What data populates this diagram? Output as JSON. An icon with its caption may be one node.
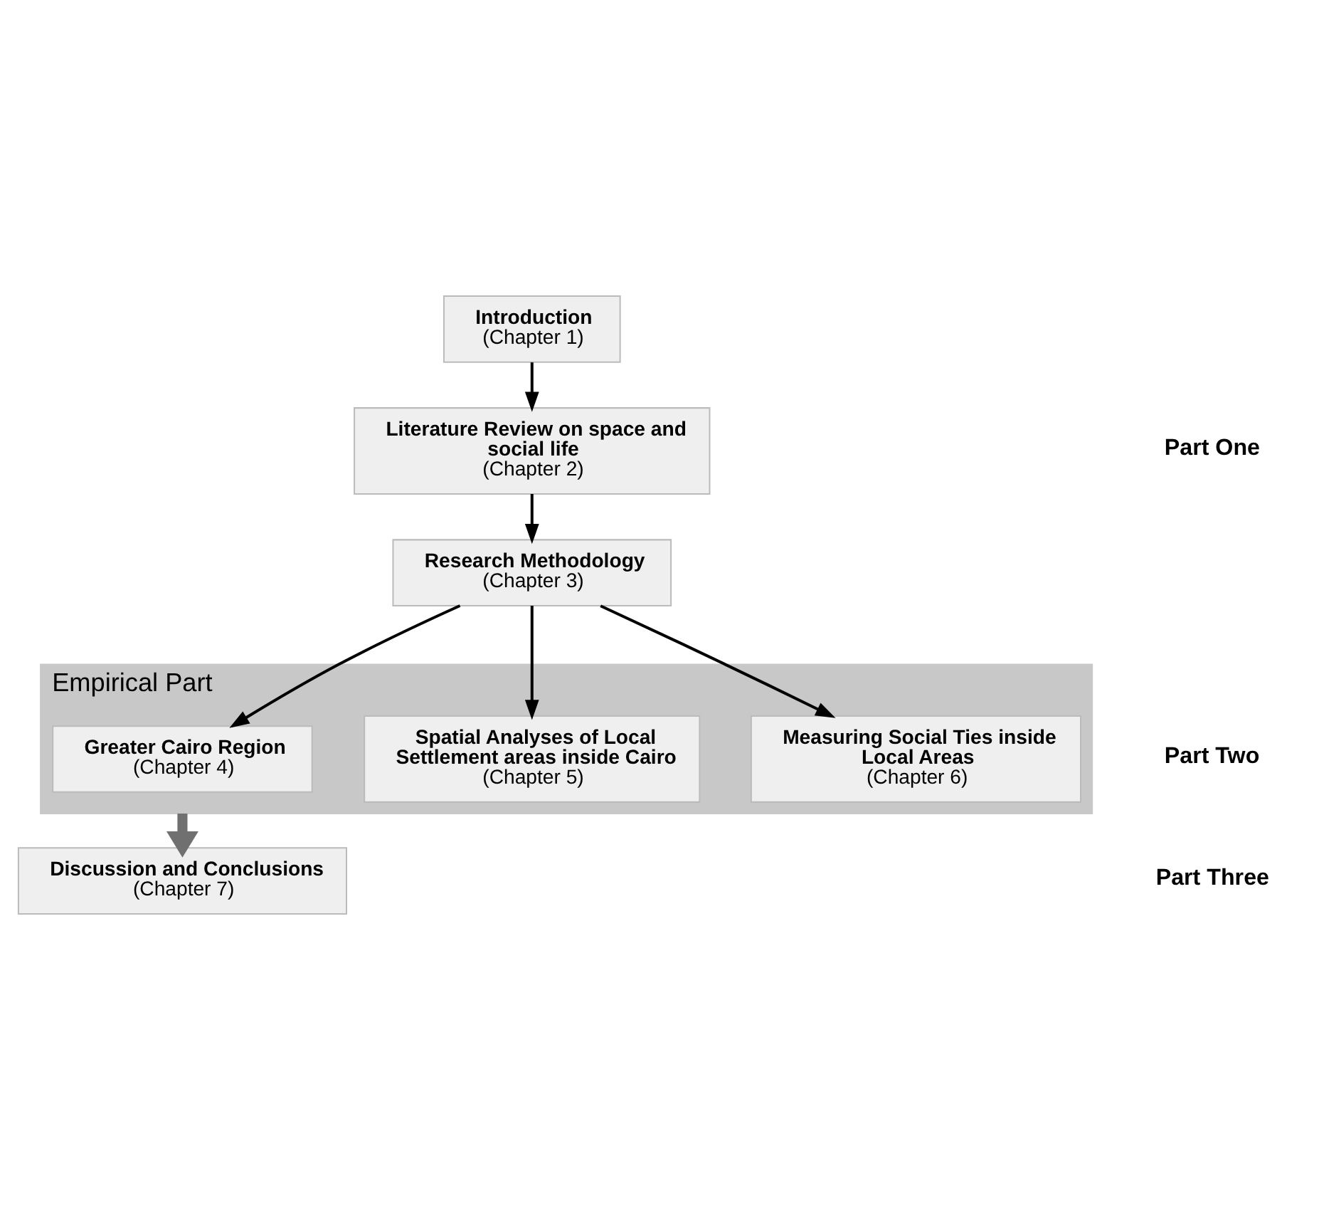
{
  "diagram": {
    "nodes": [
      {
        "text": [
          "Introduction",
          "(Chapter 1)"
        ]
      },
      {
        "text": [
          "Literature Review on space and social life",
          "(Chapter 2)"
        ]
      },
      {
        "text": [
          "Research Methodology",
          "(Chapter 3)"
        ]
      },
      {
        "text": [
          "Empirical Part"
        ]
      },
      {
        "text": [
          "Greater Cairo Region",
          "(Chapter 4)"
        ],
        "in": 3
      },
      {
        "text": [
          "Spatial Analyses of Local Settlement areas inside Cairo",
          "(Chapter 5)"
        ],
        "in": 3
      },
      {
        "text": [
          "Measuring Social Ties inside Local Areas",
          "(Chapter 6)"
        ],
        "in": 3
      },
      {
        "text": [
          "Discussion and Conclusions",
          "(Chapter 7)"
        ]
      }
    ],
    "edges": [
      {
        "from": 0,
        "to": 1,
        "arrow": "to"
      },
      {
        "from": 1,
        "to": 2,
        "arrow": "to"
      },
      {
        "from": 2,
        "to": 4,
        "arrow": "to"
      },
      {
        "from": 2,
        "to": 5,
        "arrow": "to"
      },
      {
        "from": 2,
        "to": 6,
        "arrow": "to"
      },
      {
        "from": 3,
        "to": 7,
        "arrow": "to",
        "style": "thick",
        "color": "#707070"
      }
    ],
    "labels": [
      "Part One",
      "Part Two",
      "Part Three"
    ]
  }
}
